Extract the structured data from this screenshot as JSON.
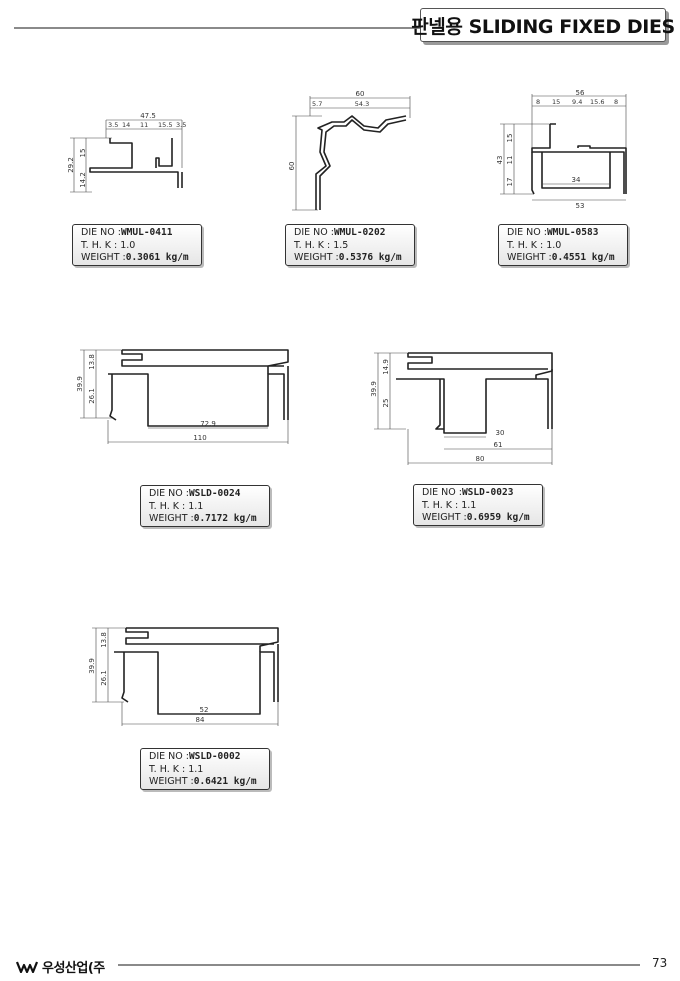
{
  "header": {
    "title": "판넬용 SLIDING FIXED DIES"
  },
  "labels": {
    "die_no": "DIE NO :",
    "thk": "T. H. K :",
    "weight": "WEIGHT :"
  },
  "dies": [
    {
      "die_no": "WMUL-0411",
      "thk": "1.0",
      "weight": "0.3061 kg/m",
      "dims": {
        "a": "47.5",
        "b": "3.5",
        "c": "14",
        "d": "11",
        "e": "15.5",
        "f": "3.5",
        "h1": "29.2",
        "h2": "15",
        "h3": "14.2"
      }
    },
    {
      "die_no": "WMUL-0202",
      "thk": "1.5",
      "weight": "0.5376 kg/m",
      "dims": {
        "a": "60",
        "b": "5.7",
        "c": "54.3",
        "h1": "60"
      }
    },
    {
      "die_no": "WMUL-0583",
      "thk": "1.0",
      "weight": "0.4551 kg/m",
      "dims": {
        "a": "56",
        "b": "8",
        "c": "15",
        "d": "9.4",
        "e": "15.6",
        "f": "8",
        "h1": "43",
        "h2": "15",
        "h3": "11",
        "h4": "17",
        "w1": "34",
        "w2": "53"
      }
    },
    {
      "die_no": "WSLD-0024",
      "thk": "1.1",
      "weight": "0.7172 kg/m",
      "dims": {
        "h1": "39.9",
        "h2": "13.8",
        "h3": "26.1",
        "w1": "72.9",
        "w2": "110"
      }
    },
    {
      "die_no": "WSLD-0023",
      "thk": "1.1",
      "weight": "0.6959 kg/m",
      "dims": {
        "h1": "39.9",
        "h2": "14.9",
        "h3": "25",
        "w1": "30",
        "w2": "61",
        "w3": "80"
      }
    },
    {
      "die_no": "WSLD-0002",
      "thk": "1.1",
      "weight": "0.6421 kg/m",
      "dims": {
        "h1": "39.9",
        "h2": "13.8",
        "h3": "26.1",
        "w1": "52",
        "w2": "84"
      }
    }
  ],
  "footer": {
    "company": "우성산업(주",
    "page": "73"
  }
}
